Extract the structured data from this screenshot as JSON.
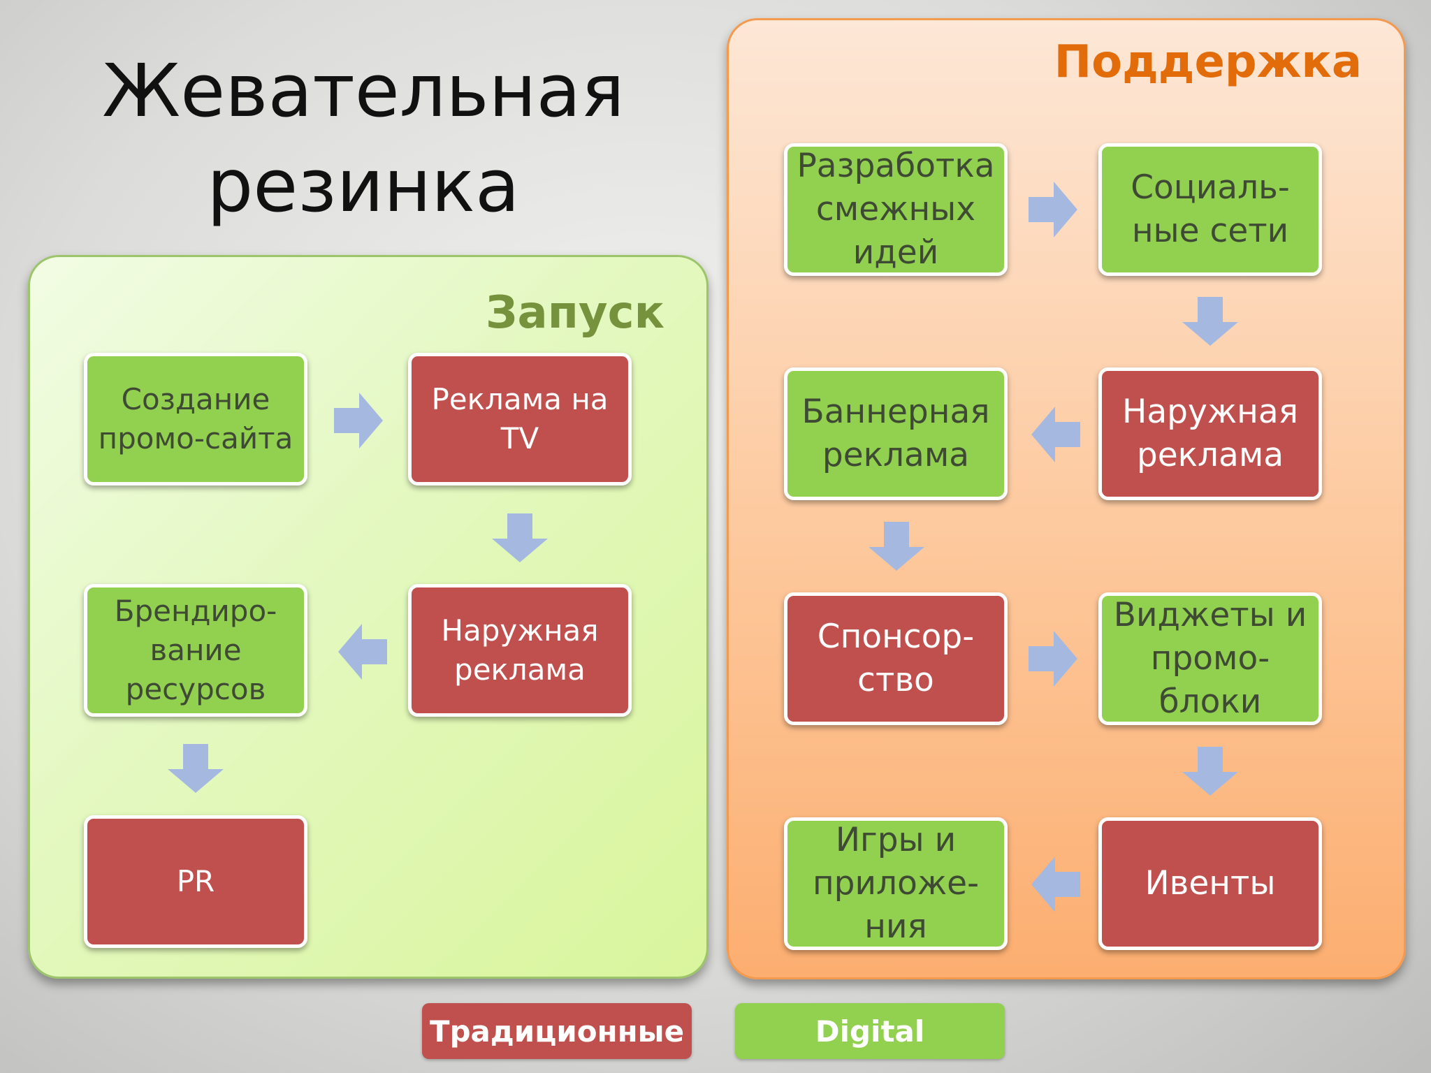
{
  "title": "Жевательная\nрезинка",
  "launch": {
    "title": "Запуск",
    "boxes": [
      {
        "label": "Создание\nпромо-сайта",
        "type": "digital"
      },
      {
        "label": "Реклама на\nTV",
        "type": "traditional"
      },
      {
        "label": "Наружная\nреклама",
        "type": "traditional"
      },
      {
        "label": "Брендиро-\nвание\nресурсов",
        "type": "digital"
      },
      {
        "label": "PR",
        "type": "traditional"
      }
    ]
  },
  "support": {
    "title": "Поддержка",
    "boxes": [
      {
        "label": "Разработка\nсмежных\nидей",
        "type": "digital"
      },
      {
        "label": "Социаль-\nные сети",
        "type": "digital"
      },
      {
        "label": "Наружная\nреклама",
        "type": "traditional"
      },
      {
        "label": "Баннерная\nреклама",
        "type": "digital"
      },
      {
        "label": "Спонсор-\nство",
        "type": "traditional"
      },
      {
        "label": "Виджеты и\nпромо-\nблоки",
        "type": "digital"
      },
      {
        "label": "Ивенты",
        "type": "traditional"
      },
      {
        "label": "Игры и\nприложе-\nния",
        "type": "digital"
      }
    ]
  },
  "legend": {
    "traditional": "Традиционные",
    "digital": "Digital"
  },
  "colors": {
    "traditional": "#c0504d",
    "digital": "#92d050",
    "arrow": "#a5b9e0",
    "launch_title": "#76923c",
    "support_title": "#e36c0a"
  }
}
